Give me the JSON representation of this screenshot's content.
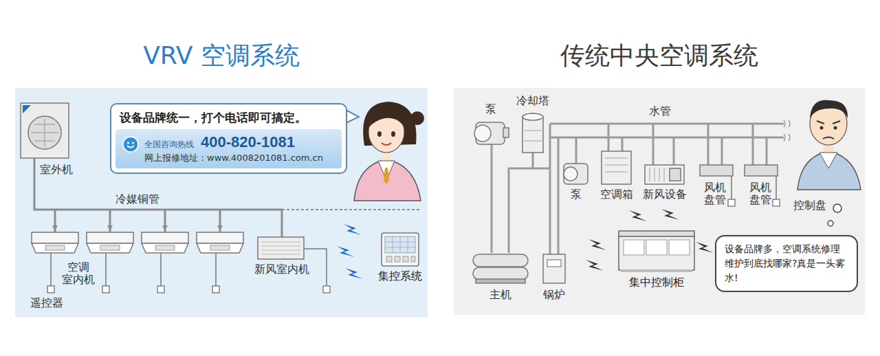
{
  "diagram": {
    "nodes": [
      {
        "text": [
          "VRV 空调系统"
        ]
      },
      {
        "text": [
          "设备品牌统一，打个电话即可搞定。"
        ],
        "in": 0
      },
      {
        "text": [
          "全国咨询热线",
          "400-820-1081",
          "网上报修地址：www.4008201081.com.cn"
        ],
        "in": 1
      },
      {
        "text": [
          "集控系统"
        ],
        "in": 0
      },
      {
        "text": [
          "传统中央空调系统"
        ]
      },
      {
        "text": [
          "集中控制柜"
        ],
        "in": 4
      },
      {
        "text": [
          "设备品牌多，空调系统修理维护到底找哪家?真是一头雾水!"
        ],
        "in": 4
      }
    ],
    "labels": [
      "室外机",
      "冷媒铜管",
      "空调 室内机",
      "新风室内机",
      "遥控器",
      "泵",
      "冷却塔",
      "水管",
      "泵",
      "空调箱",
      "新风设备",
      "风机 盘管",
      "风机 盘管",
      "控制盘",
      "主机",
      "锅炉"
    ]
  }
}
